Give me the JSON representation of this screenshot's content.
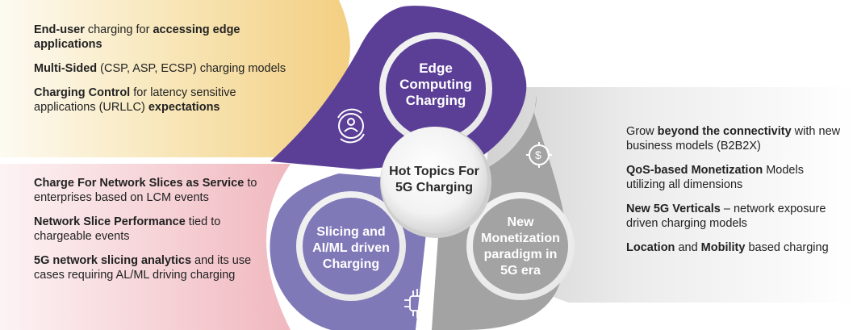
{
  "center_title": {
    "line1": "Hot Topics For",
    "line2": "5G Charging"
  },
  "petals": [
    {
      "line1": "Edge",
      "line2": "Computing",
      "line3": "Charging",
      "icon": "user-cycle-icon",
      "color": "#5b3f97"
    },
    {
      "line1": "Slicing and",
      "line2": "AI/ML driven",
      "line3": "Charging",
      "icon": "ai-chip-icon",
      "color": "#7f79b8"
    },
    {
      "line1": "New",
      "line2": "Monetization",
      "line3": "paradigm in",
      "line4": "5G era",
      "icon": "dollar-gear-icon",
      "color": "#9d9d9d"
    }
  ],
  "left_top": [
    {
      "p1_bold": "End-user",
      "p2": " charging for ",
      "p3_bold": "accessing edge applications"
    },
    {
      "p1_bold": "Multi-Sided",
      "p2": " (CSP, ASP, ECSP) charging models"
    },
    {
      "p1_bold": "Charging Control",
      "p2": " for latency sensitive applications (URLLC) ",
      "p3_bold": "expectations"
    }
  ],
  "left_bottom": [
    {
      "p1_bold": "Charge For Network Slices as Service",
      "p2": " to enterprises based on LCM events"
    },
    {
      "p1_bold": "Network Slice Performance",
      "p2": " tied to chargeable events"
    },
    {
      "p1_bold": "5G network slicing analytics",
      "p2": " and its use cases requiring AL/ML driving charging"
    }
  ],
  "right": [
    {
      "p1": "Grow ",
      "p2_bold": "beyond the connectivity",
      "p3": " with new business models (B2B2X)"
    },
    {
      "p1_bold": "QoS-based Monetization",
      "p2": " Models utilizing all dimensions"
    },
    {
      "p1_bold": "New 5G Verticals",
      "p2": " – network exposure driven charging models"
    },
    {
      "p1_bold": "Location",
      "p2": " and ",
      "p3_bold": "Mobility",
      "p4": " based charging"
    }
  ]
}
